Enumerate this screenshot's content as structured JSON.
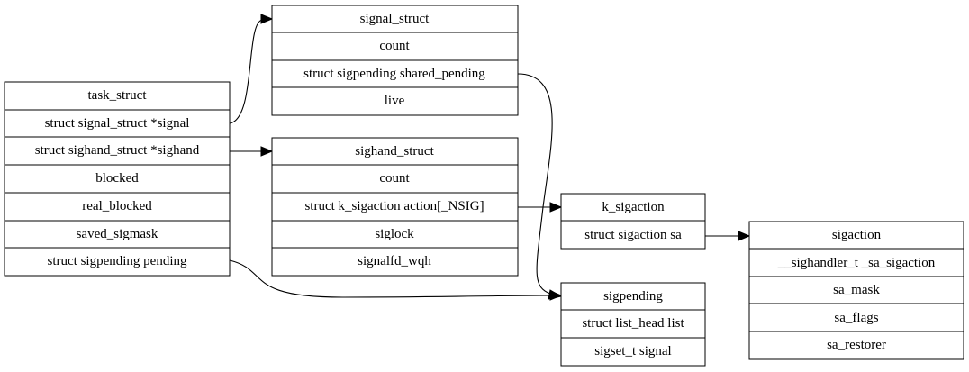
{
  "nodes": {
    "task_struct": {
      "title": "task_struct",
      "fields": [
        "struct signal_struct *signal",
        "struct sighand_struct *sighand",
        "blocked",
        "real_blocked",
        "saved_sigmask",
        "struct sigpending pending"
      ]
    },
    "signal_struct": {
      "title": "signal_struct",
      "fields": [
        "count",
        "struct sigpending shared_pending",
        "live"
      ]
    },
    "sighand_struct": {
      "title": "sighand_struct",
      "fields": [
        "count",
        "struct k_sigaction action[_NSIG]",
        "siglock",
        "signalfd_wqh"
      ]
    },
    "k_sigaction": {
      "title": "k_sigaction",
      "fields": [
        "struct sigaction sa"
      ]
    },
    "sigpending": {
      "title": "sigpending",
      "fields": [
        "struct list_head list",
        "sigset_t signal"
      ]
    },
    "sigaction": {
      "title": "sigaction",
      "fields": [
        "__sighandler_t _sa_sigaction",
        "sa_mask",
        "sa_flags",
        "sa_restorer"
      ]
    }
  },
  "edges": [
    {
      "from": "task_struct",
      "from_field": "struct signal_struct *signal",
      "to": "signal_struct"
    },
    {
      "from": "task_struct",
      "from_field": "struct sighand_struct *sighand",
      "to": "sighand_struct"
    },
    {
      "from": "task_struct",
      "from_field": "struct sigpending pending",
      "to": "sigpending"
    },
    {
      "from": "signal_struct",
      "from_field": "struct sigpending shared_pending",
      "to": "sigpending"
    },
    {
      "from": "sighand_struct",
      "from_field": "struct k_sigaction action[_NSIG]",
      "to": "k_sigaction"
    },
    {
      "from": "k_sigaction",
      "from_field": "struct sigaction sa",
      "to": "sigaction"
    }
  ]
}
